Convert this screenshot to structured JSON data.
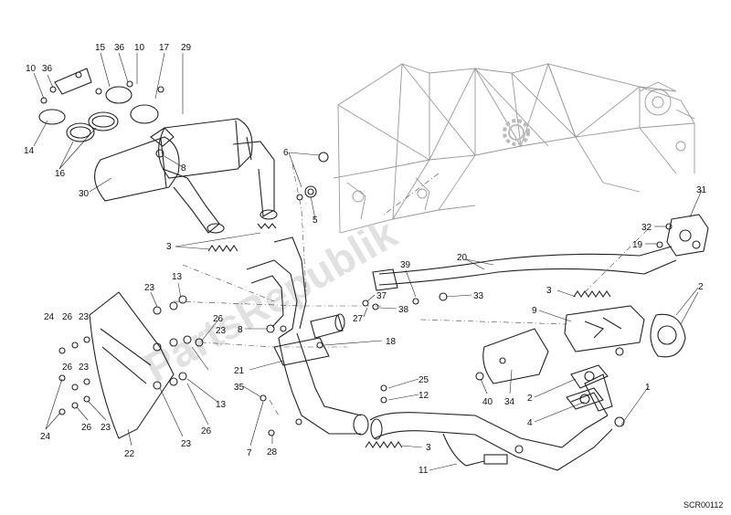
{
  "callouts": [
    {
      "id": "c1",
      "text": "10"
    },
    {
      "id": "c2",
      "text": "36"
    },
    {
      "id": "c3",
      "text": "15"
    },
    {
      "id": "c4",
      "text": "36"
    },
    {
      "id": "c5",
      "text": "10"
    },
    {
      "id": "c6",
      "text": "17"
    },
    {
      "id": "c7",
      "text": "29"
    },
    {
      "id": "c8",
      "text": "14"
    },
    {
      "id": "c9",
      "text": "16"
    },
    {
      "id": "c10",
      "text": "8"
    },
    {
      "id": "c11",
      "text": "30"
    },
    {
      "id": "c12",
      "text": "6"
    },
    {
      "id": "c13",
      "text": "5"
    },
    {
      "id": "c14",
      "text": "3"
    },
    {
      "id": "c15",
      "text": "31"
    },
    {
      "id": "c16",
      "text": "32"
    },
    {
      "id": "c17",
      "text": "19"
    },
    {
      "id": "c18",
      "text": "20"
    },
    {
      "id": "c19",
      "text": "39"
    },
    {
      "id": "c20",
      "text": "37"
    },
    {
      "id": "c21",
      "text": "33"
    },
    {
      "id": "c22",
      "text": "27"
    },
    {
      "id": "c23",
      "text": "38"
    },
    {
      "id": "c24",
      "text": "3"
    },
    {
      "id": "c25",
      "text": "2"
    },
    {
      "id": "c26",
      "text": "9"
    },
    {
      "id": "c27",
      "text": "13"
    },
    {
      "id": "c28",
      "text": "23"
    },
    {
      "id": "c29",
      "text": "24"
    },
    {
      "id": "c30",
      "text": "26"
    },
    {
      "id": "c31",
      "text": "23"
    },
    {
      "id": "c32",
      "text": "26"
    },
    {
      "id": "c33",
      "text": "8"
    },
    {
      "id": "c34",
      "text": "23"
    },
    {
      "id": "c35",
      "text": "18"
    },
    {
      "id": "c36",
      "text": "21"
    },
    {
      "id": "c37",
      "text": "26"
    },
    {
      "id": "c38",
      "text": "23"
    },
    {
      "id": "c39",
      "text": "13"
    },
    {
      "id": "c40",
      "text": "35"
    },
    {
      "id": "c41",
      "text": "25"
    },
    {
      "id": "c42",
      "text": "12"
    },
    {
      "id": "c43",
      "text": "40"
    },
    {
      "id": "c44",
      "text": "34"
    },
    {
      "id": "c45",
      "text": "1"
    },
    {
      "id": "c46",
      "text": "2"
    },
    {
      "id": "c47",
      "text": "4"
    },
    {
      "id": "c48",
      "text": "24"
    },
    {
      "id": "c49",
      "text": "26"
    },
    {
      "id": "c50",
      "text": "23"
    },
    {
      "id": "c51",
      "text": "26"
    },
    {
      "id": "c52",
      "text": "23"
    },
    {
      "id": "c53",
      "text": "22"
    },
    {
      "id": "c54",
      "text": "7"
    },
    {
      "id": "c55",
      "text": "28"
    },
    {
      "id": "c56",
      "text": "3"
    },
    {
      "id": "c57",
      "text": "11"
    },
    {
      "id": "c58",
      "text": "3"
    }
  ],
  "watermark": "PartsRepublik",
  "drawing_code": "SCR00112"
}
